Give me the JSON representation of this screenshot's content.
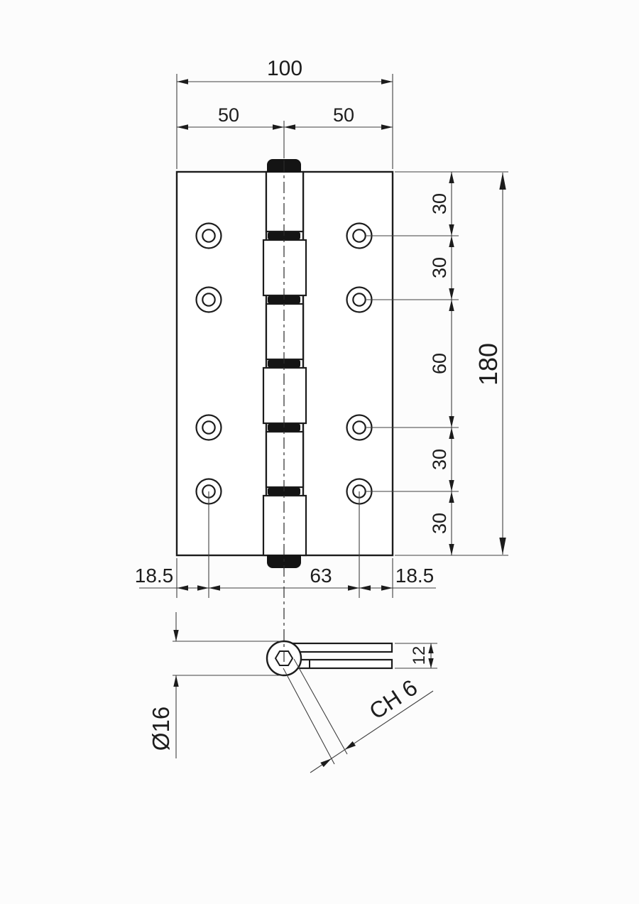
{
  "drawing": {
    "background": "#fcfcfc",
    "outline_color": "#1c1c1c",
    "dimension_line_color": "#3f3f3f",
    "labels": {
      "width_total": "100",
      "width_left_half": "50",
      "width_right_half": "50",
      "height_segments": [
        "30",
        "30",
        "60",
        "30",
        "30"
      ],
      "height_total": "180",
      "bottom_segments": [
        "18.5",
        "63",
        "18.5"
      ],
      "barrel_diameter": "Ø16",
      "leaf_stack_thickness": "12",
      "hex_socket_chamfer": "CH 6"
    }
  }
}
